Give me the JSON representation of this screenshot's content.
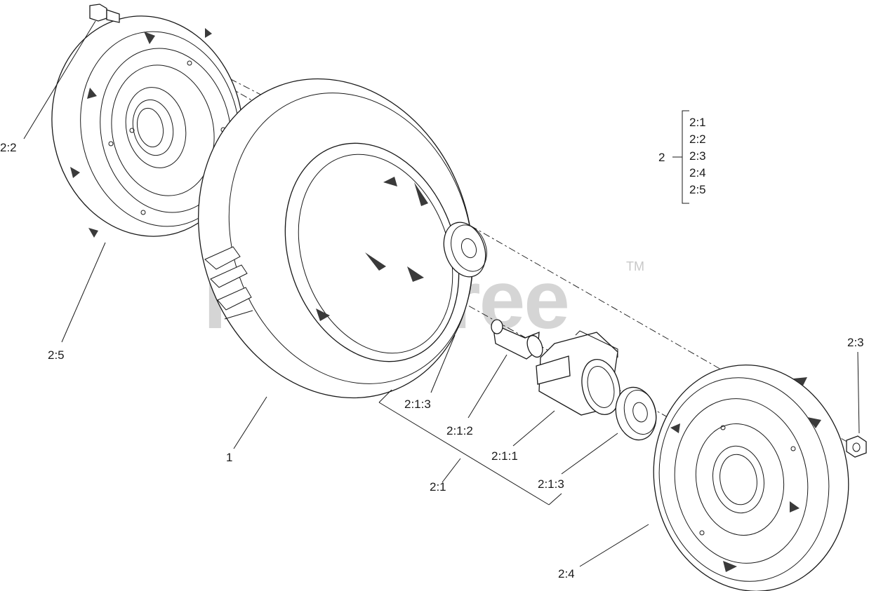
{
  "watermark": {
    "text": "PartsTree",
    "trademark": "TM"
  },
  "callouts": {
    "p2_2_top": "2:2",
    "p2_5": "2:5",
    "p1": "1",
    "p2_1_3_left": "2:1:3",
    "p2_1_2": "2:1:2",
    "p2_1_1": "2:1:1",
    "p2_1_3_right": "2:1:3",
    "p2_1": "2:1",
    "p2_3": "2:3",
    "p2_4": "2:4"
  },
  "assembly_legend": {
    "parent": "2",
    "children": [
      "2:1",
      "2:2",
      "2:3",
      "2:4",
      "2:5"
    ]
  }
}
